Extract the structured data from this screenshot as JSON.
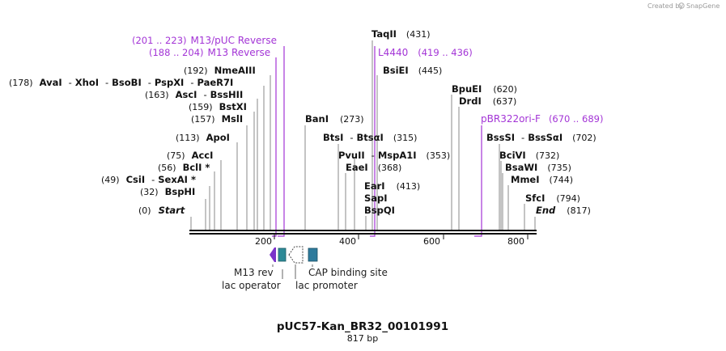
{
  "credit": "Created by",
  "credit_brand": "SnapGene",
  "title": "pUC57-Kan_BR32_00101991",
  "length_label": "817 bp",
  "primer_color": "#a334d6",
  "feature_colors": {
    "rev": "#7a33c9",
    "operator": "#2e8a97",
    "cap": "#2e7b9c"
  },
  "enzymes": {
    "apoi": {
      "pos": "(113)",
      "name": "ApoI"
    },
    "acci": {
      "pos": "(75)",
      "name": "AccI"
    },
    "bcli": {
      "pos": "(56)",
      "name": "BclI *"
    },
    "csii": {
      "pos": "(49)",
      "name": "CsiI"
    },
    "sexai": {
      "name": "SexAI *"
    },
    "bsphi": {
      "pos": "(32)",
      "name": "BspHI"
    },
    "start": {
      "pos": "(0)",
      "name": "Start"
    },
    "nmeaiii": {
      "pos": "(192)",
      "name": "NmeAIII"
    },
    "avai": {
      "pos": "(178)",
      "name": "AvaI"
    },
    "xhoi": {
      "name": "XhoI"
    },
    "bsobi": {
      "name": "BsoBI"
    },
    "pspxi": {
      "name": "PspXI"
    },
    "paer7i": {
      "name": "PaeR7I"
    },
    "asci": {
      "pos": "(163)",
      "name": "AscI"
    },
    "bsshii": {
      "name": "BssHII"
    },
    "bstxi": {
      "pos": "(159)",
      "name": "BstXI"
    },
    "msli": {
      "pos": "(157)",
      "name": "MslI"
    },
    "bani": {
      "pos": "(273)",
      "name": "BanI"
    },
    "taqii": {
      "name": "TaqII",
      "pos": "(431)"
    },
    "bsiei": {
      "name": "BsiEI",
      "pos": "(445)"
    },
    "btsi": {
      "name": "BtsI"
    },
    "btsai": {
      "name": "BtsαI",
      "pos": "(315)"
    },
    "pvuii": {
      "name": "PvuII"
    },
    "mspa1i": {
      "name": "MspA1I",
      "pos": "(353)"
    },
    "eaei": {
      "name": "EaeI",
      "pos": "(368)"
    },
    "eari": {
      "name": "EarI",
      "pos": "(413)"
    },
    "sapi": {
      "name": "SapI"
    },
    "bspqi": {
      "name": "BspQI"
    },
    "bpuei": {
      "name": "BpuEI",
      "pos": "(620)"
    },
    "drdi": {
      "name": "DrdI",
      "pos": "(637)"
    },
    "bsssi": {
      "name": "BssSI"
    },
    "bsssai": {
      "name": "BssSαI",
      "pos": "(702)"
    },
    "bcivi": {
      "name": "BciVI",
      "pos": "(732)"
    },
    "bsawi": {
      "name": "BsaWI",
      "pos": "(735)"
    },
    "mmei": {
      "name": "MmeI",
      "pos": "(744)"
    },
    "sfci": {
      "name": "SfcI",
      "pos": "(794)"
    },
    "end": {
      "name": "End",
      "pos": "(817)"
    }
  },
  "primers": {
    "m13puc": {
      "range": "(201 .. 223)",
      "name": "M13/pUC Reverse"
    },
    "m13rev": {
      "range": "(188 .. 204)",
      "name": "M13 Reverse"
    },
    "l4440": {
      "name": "L4440",
      "range": "(419 .. 436)"
    },
    "pbr322": {
      "name": "pBR322ori-F",
      "range": "(670 .. 689)"
    }
  },
  "scale_ticks": [
    "200",
    "400",
    "600",
    "800"
  ],
  "features": {
    "m13rev": "M13 rev",
    "lacop": "lac operator",
    "lacprom": "lac promoter",
    "cap": "CAP binding site"
  }
}
